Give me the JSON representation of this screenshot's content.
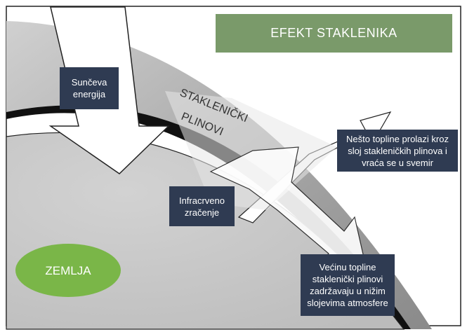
{
  "title": "EFEKT STAKLENIKA",
  "labels": {
    "sun_energy": [
      "Sunčeva",
      "energija"
    ],
    "greenhouse_gases": [
      "STAKLENIČKI",
      "PLINOVI"
    ],
    "infrared": [
      "Infracrveno",
      "zračenje"
    ],
    "escape": [
      "Nešto topline prolazi kroz",
      "sloj stakleničkih plinova i",
      "vraća se u svemir"
    ],
    "retained": [
      "Većinu topline",
      "staklenički plinovi",
      "zadržavaju u nižim",
      "slojevima atmosfere"
    ],
    "earth": "ZEMLJA"
  },
  "colors": {
    "title_fill": "#7a9a6a",
    "box_fill": "#2f3b52",
    "earth_ellipse": "#7ab648",
    "atmosphere": "#b8b8b8",
    "planet": "#c8c8c8"
  }
}
